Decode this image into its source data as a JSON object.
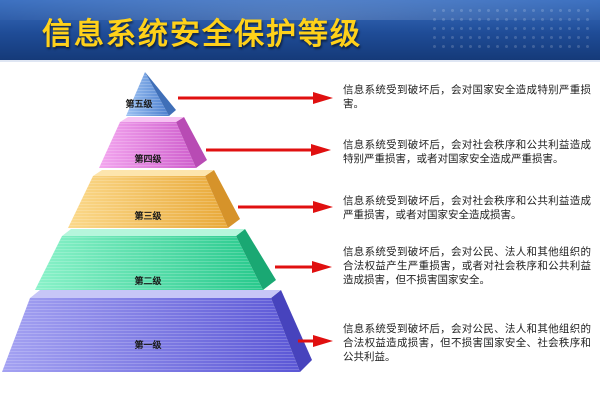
{
  "title": "信息系统安全保护等级",
  "levels": [
    {
      "label": "第五级",
      "description": "信息系统受到破坏后，会对国家安全造成特别严重损害。"
    },
    {
      "label": "第四级",
      "description": "信息系统受到破坏后，会对社会秩序和公共利益造成特别严重损害，或者对国家安全造成严重损害。"
    },
    {
      "label": "第三级",
      "description": "信息系统受到破坏后，会对社会秩序和公共利益造成严重损害，或者对国家安全造成损害。"
    },
    {
      "label": "第二级",
      "description": "信息系统受到破坏后，会对公民、法人和其他组织的合法权益产生严重损害，或者对社会秩序和公共利益造成损害，但不损害国家安全。"
    },
    {
      "label": "第一级",
      "description": "信息系统受到破坏后，会对公民、法人和其他组织的合法权益造成损害，但不损害国家安全、社会秩序和公共利益。"
    }
  ],
  "colors": {
    "header": "#1f4c97",
    "title": "#ffd11a",
    "arrow": "#e01010",
    "level5": "#6f9de0",
    "level4": "#e67ee0",
    "level3": "#f4c05a",
    "level2": "#4fe0a8",
    "level1": "#7b78e6"
  }
}
